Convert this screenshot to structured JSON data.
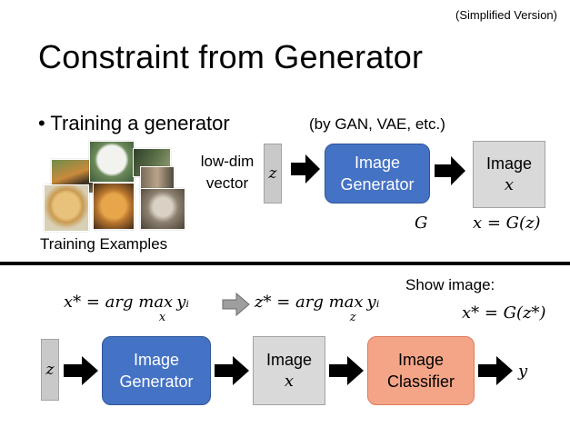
{
  "header": {
    "note": "(Simplified Version)",
    "title": "Constraint from Generator"
  },
  "training": {
    "bullet": "Training a generator",
    "bullet_char": "•",
    "method_note": "(by GAN, VAE, etc.)",
    "examples_label": "Training Examples",
    "input_label_line1": "low-dim",
    "input_label_line2": "vector",
    "z": "z",
    "generator_line1": "Image",
    "generator_line2": "Generator",
    "generator_symbol": "G",
    "output_line1": "Image",
    "output_symbol": "x",
    "output_equation": "x = G(z)"
  },
  "inference": {
    "eq_x_lhs": "x* = arg max",
    "eq_x_sub": "x",
    "eq_x_rhs": "yᵢ",
    "eq_z_lhs": "z* = arg max",
    "eq_z_sub": "z",
    "eq_z_rhs": "yᵢ",
    "show_label": "Show image:",
    "show_equation": "x* = G(z*)",
    "z": "z",
    "generator_line1": "Image",
    "generator_line2": "Generator",
    "image_line1": "Image",
    "image_symbol": "x",
    "classifier_line1": "Image",
    "classifier_line2": "Classifier",
    "output": "y"
  },
  "colors": {
    "generator": "#4472c4",
    "classifier": "#f4a587",
    "image_box": "#d9d9d9",
    "z_box": "#c9c9c9"
  }
}
